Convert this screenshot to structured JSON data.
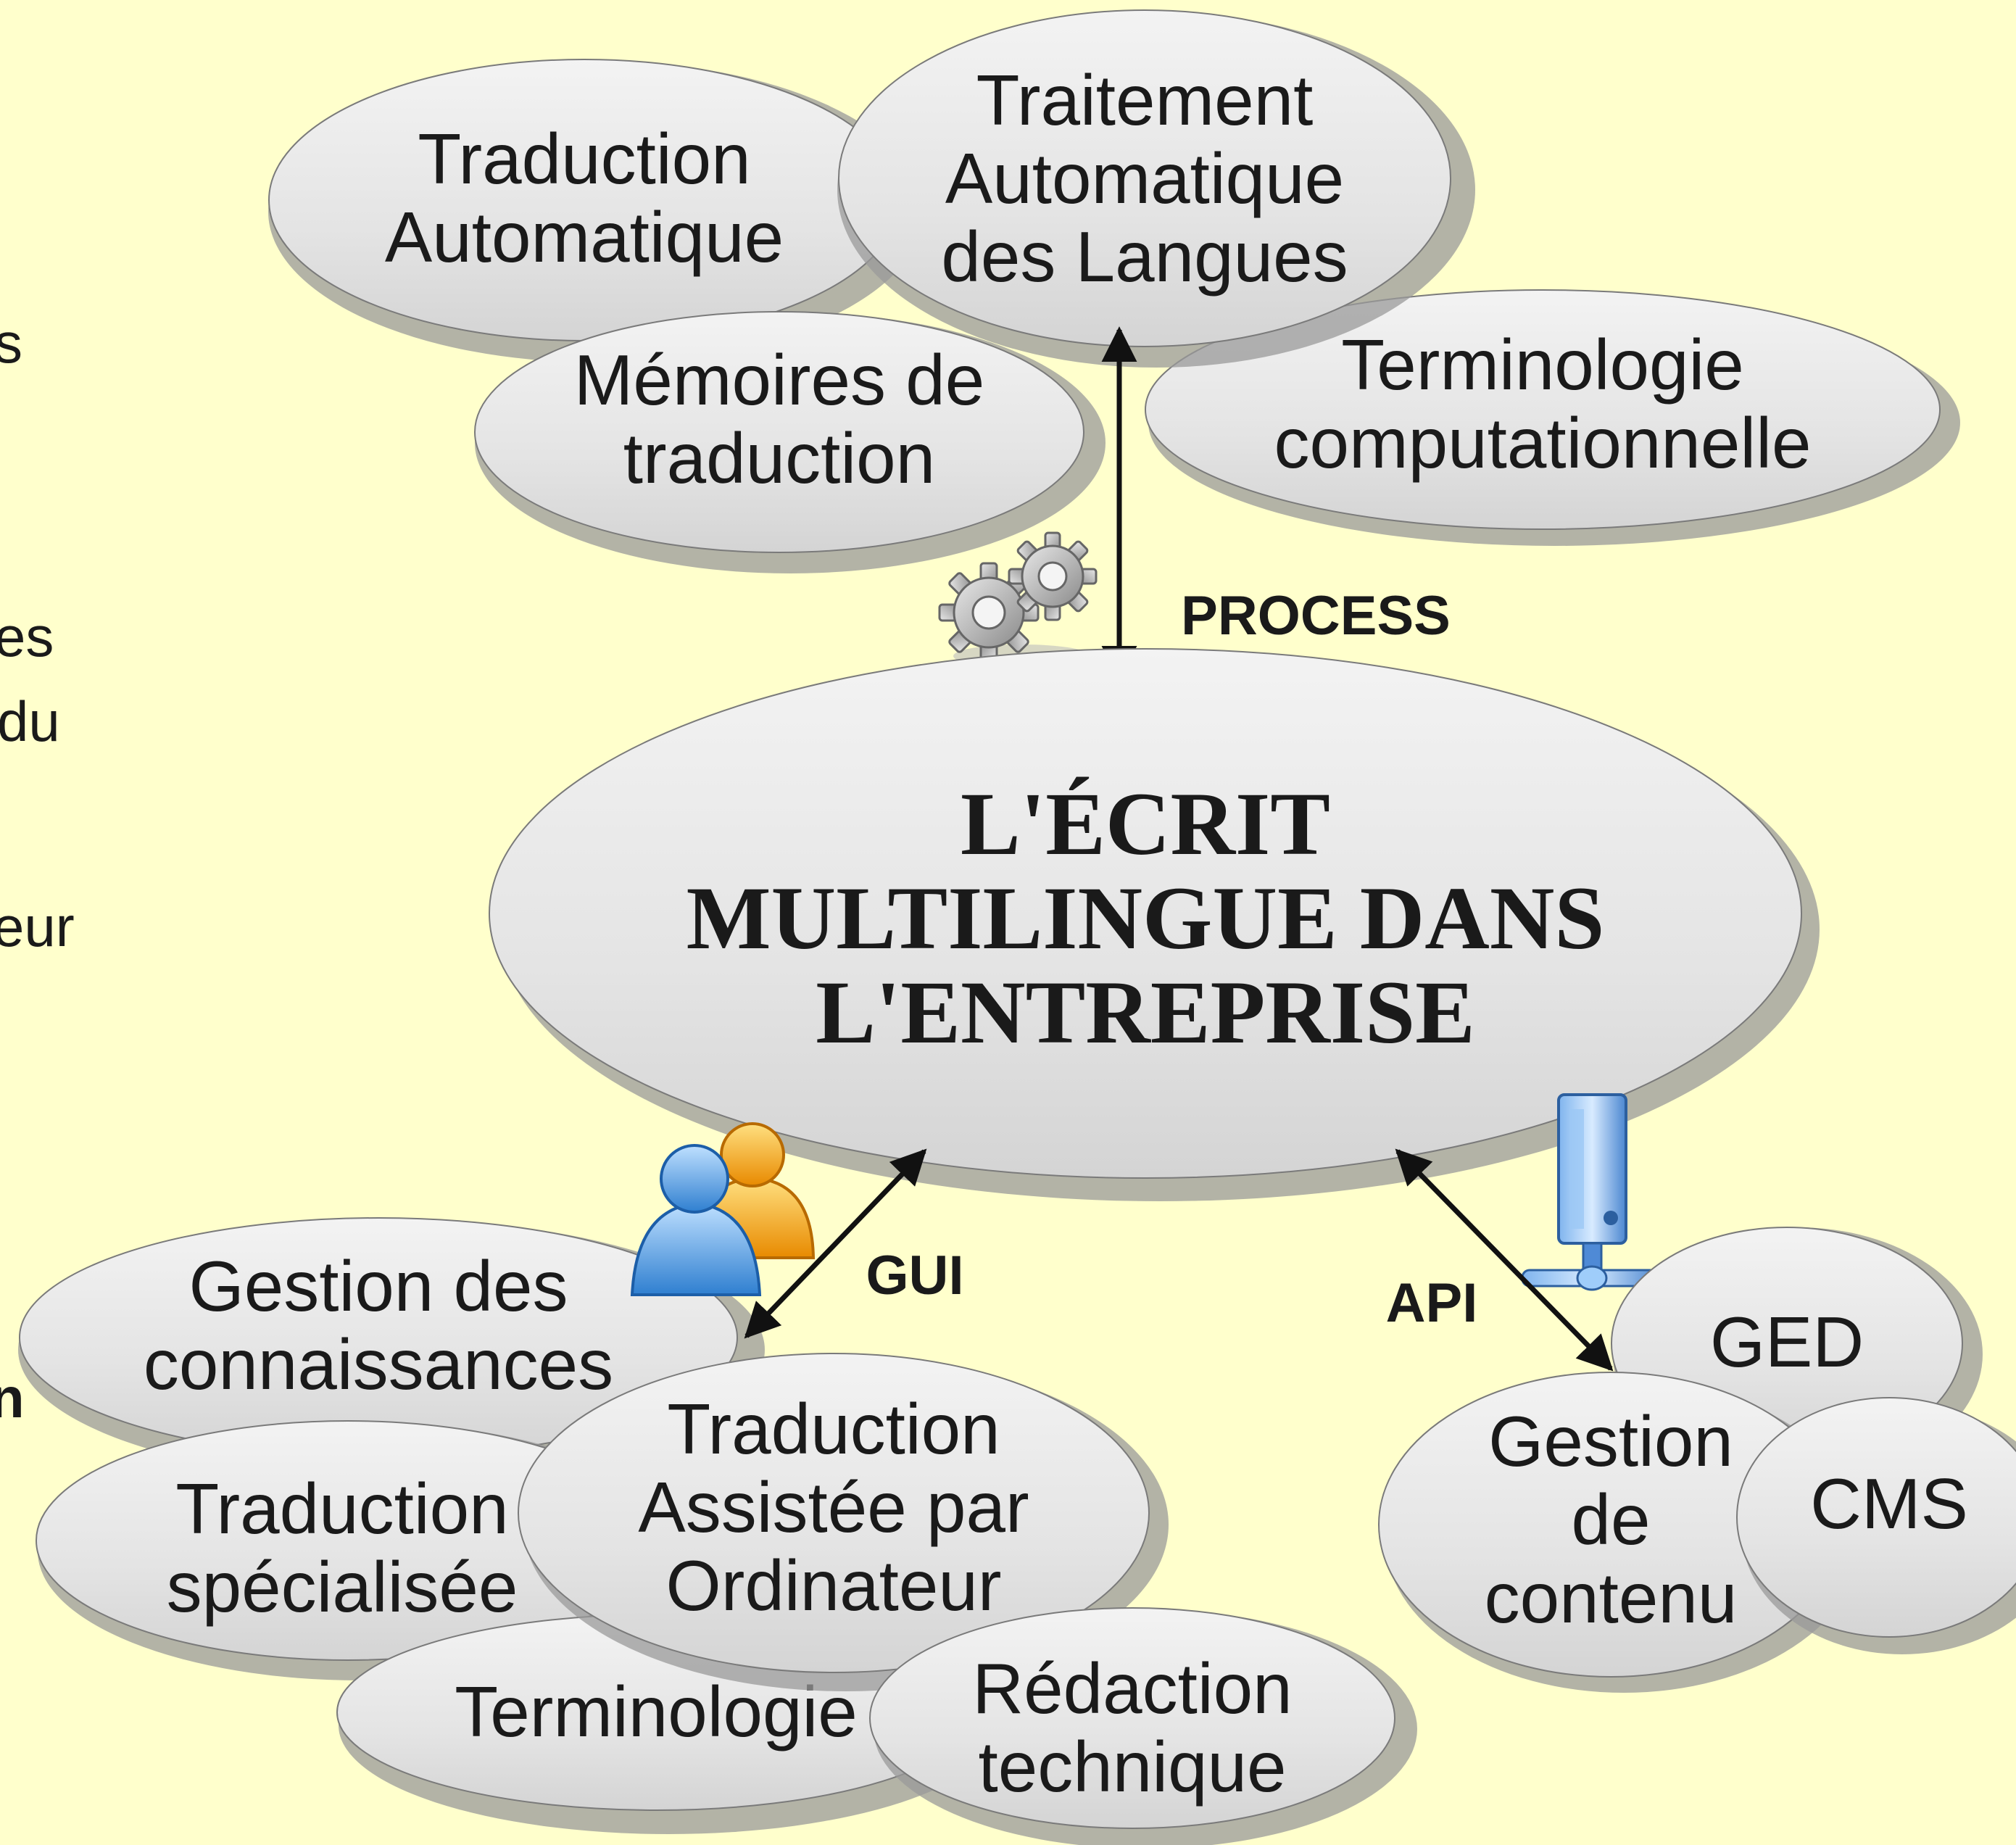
{
  "center": {
    "lines": [
      "L'ÉCRIT",
      "MULTILINGUE DANS",
      "L'ENTREPRISE"
    ]
  },
  "bubbles": {
    "traduction_automatique": [
      "Traduction",
      "Automatique"
    ],
    "tal": [
      "Traitement",
      "Automatique",
      "des Langues"
    ],
    "memoires": [
      "Mémoires de",
      "traduction"
    ],
    "terminologie_computationnelle": [
      "Terminologie",
      "computationnelle"
    ],
    "gestion_connaissances": [
      "Gestion des",
      "connaissances"
    ],
    "traduction_specialisee": [
      "Traduction",
      "spécialisée"
    ],
    "tao": [
      "Traduction",
      "Assistée par",
      "Ordinateur"
    ],
    "terminologie": [
      "Terminologie"
    ],
    "redaction": [
      "Rédaction",
      "technique"
    ],
    "ged": [
      "GED"
    ],
    "gestion_contenu": [
      "Gestion",
      "de",
      "contenu"
    ],
    "cms": [
      "CMS"
    ]
  },
  "connectors": {
    "process": "PROCESS",
    "gui": "GUI",
    "api": "API"
  },
  "left_edge_fragments": [
    "s",
    "es",
    "du",
    "eur",
    "n"
  ],
  "icons": {
    "process": "gears-icon",
    "gui": "users-icon",
    "api": "server-network-icon"
  },
  "colors": {
    "background": "#ffffcc",
    "bubble_fill": "#e6e6e6",
    "text": "#1a1a1a"
  }
}
